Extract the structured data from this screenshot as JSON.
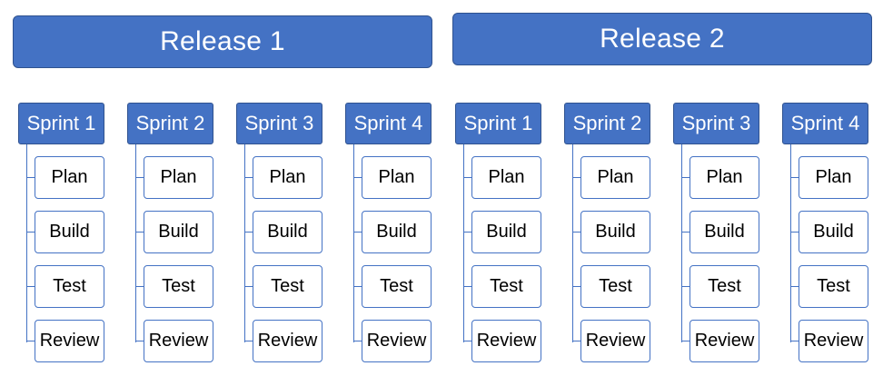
{
  "colors": {
    "accent": "#4472c4",
    "accent_border": "#2f528f",
    "task_fill": "#ffffff",
    "task_text": "#000000"
  },
  "releases": [
    {
      "label": "Release 1",
      "sprints": [
        {
          "label": "Sprint 1",
          "tasks": [
            "Plan",
            "Build",
            "Test",
            "Review"
          ]
        },
        {
          "label": "Sprint 2",
          "tasks": [
            "Plan",
            "Build",
            "Test",
            "Review"
          ]
        },
        {
          "label": "Sprint 3",
          "tasks": [
            "Plan",
            "Build",
            "Test",
            "Review"
          ]
        },
        {
          "label": "Sprint 4",
          "tasks": [
            "Plan",
            "Build",
            "Test",
            "Review"
          ]
        }
      ]
    },
    {
      "label": "Release 2",
      "sprints": [
        {
          "label": "Sprint 1",
          "tasks": [
            "Plan",
            "Build",
            "Test",
            "Review"
          ]
        },
        {
          "label": "Sprint 2",
          "tasks": [
            "Plan",
            "Build",
            "Test",
            "Review"
          ]
        },
        {
          "label": "Sprint 3",
          "tasks": [
            "Plan",
            "Build",
            "Test",
            "Review"
          ]
        },
        {
          "label": "Sprint 4",
          "tasks": [
            "Plan",
            "Build",
            "Test",
            "Review"
          ]
        }
      ]
    }
  ]
}
